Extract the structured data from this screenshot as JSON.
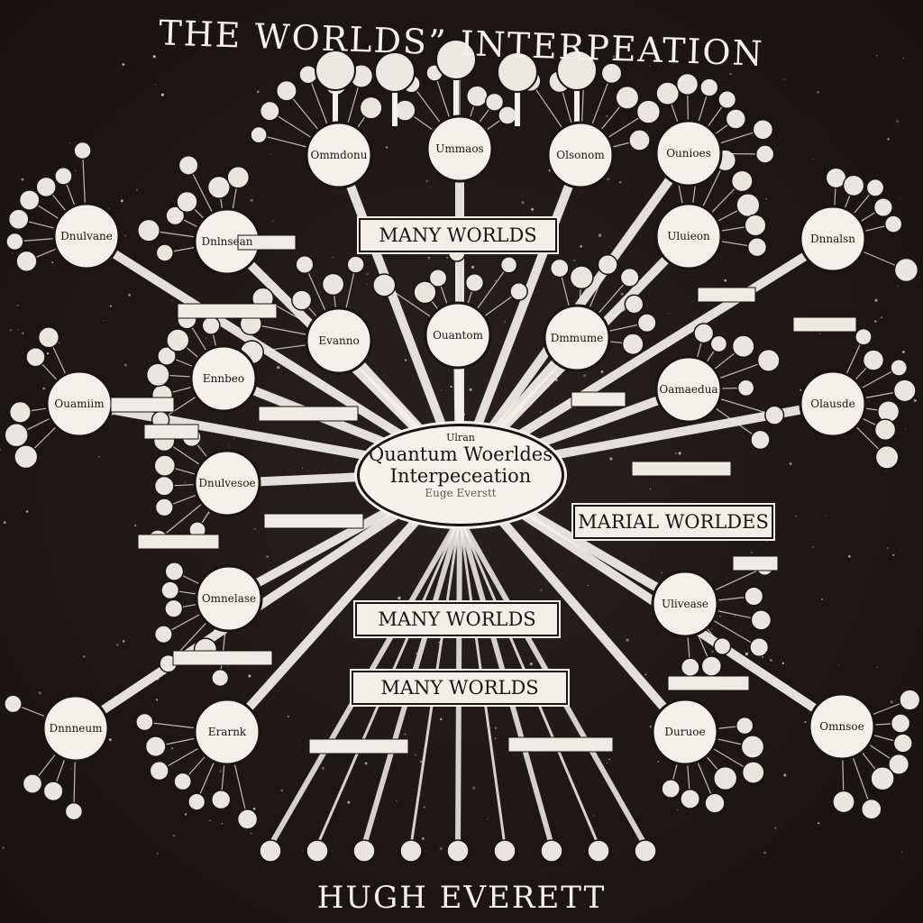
{
  "title": "THE  WORLDS” INTERPEATION",
  "footer": "HUGH EVERETT",
  "center": {
    "top_text": "Ulran",
    "main_line1": "Quantum Woerldes",
    "main_line2": "Interpeceation",
    "bottom_text": "Euge Everstt"
  },
  "banners": {
    "b1": "MANY WORLDS",
    "b2": "MARIAL WORLDES",
    "b3": "MANY WORLDS",
    "b4": "MANY WORLDS"
  },
  "node_labels": {
    "n_top1": "Ommdonu",
    "n_top2": "Ummaos",
    "n_top3": "Olsonom",
    "n_left1": "Dnlnsean",
    "n_left2": "Ennbeo",
    "n_left3": "Dnulvesoe",
    "n_left4": "Omnelase",
    "n_mid1": "Evanno",
    "n_mid2": "Ouantom",
    "n_mid3": "Dmmume",
    "n_right1": "Uluieon",
    "n_right2": "Oamaedua",
    "n_right3": "Ulivease",
    "n_right4": "Ounioes",
    "n_bl1": "Dnnneum",
    "n_bl2": "Erarnk",
    "n_br1": "Duruoe",
    "n_br2": "Omnsoe",
    "n_farleft1": "Dnulvane",
    "n_farleft2": "Ouamiim",
    "n_farright1": "Dnnalsn",
    "n_farright2": "Olausde"
  },
  "palette": {
    "background": "#1c1515",
    "ink": "#f4f1ec",
    "dark": "#1a1414"
  }
}
